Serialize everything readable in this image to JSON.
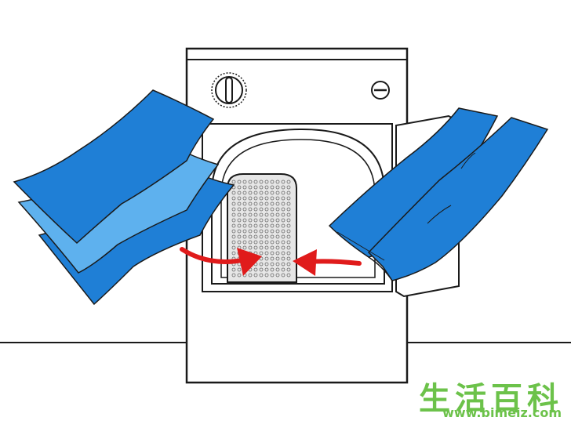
{
  "scene": {
    "subject": "clothes-dryer-loading",
    "colors": {
      "outline": "#1a1a1a",
      "dryer_body": "#ffffff",
      "fabric_blue": "#1f7fd6",
      "fabric_light": "#5eb1ee",
      "arrow_red": "#e01b1b",
      "lint_filter": "#d9d9d9"
    }
  },
  "watermark": {
    "title": "生活百科",
    "url": "www.bimeiz.com",
    "color": "#6cc24a"
  }
}
